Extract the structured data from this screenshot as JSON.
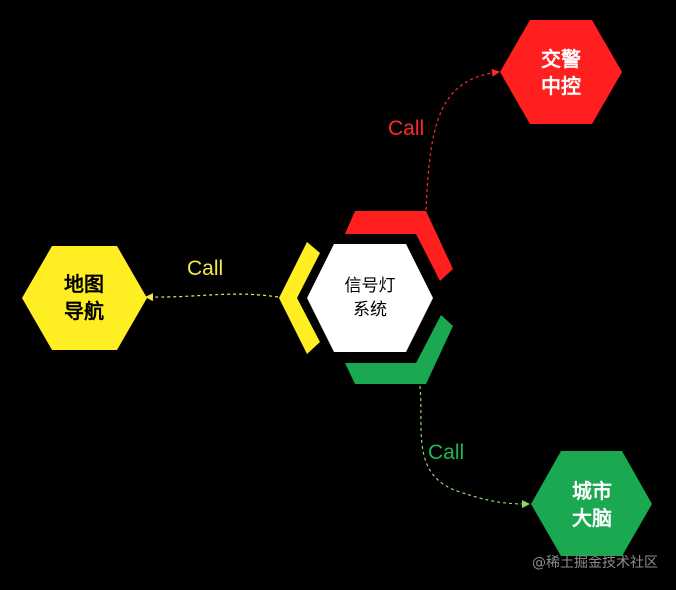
{
  "center": {
    "line1": "信号灯",
    "line2": "系统"
  },
  "nodes": {
    "police": {
      "line1": "交警",
      "line2": "中控",
      "color": "#ff1f1f"
    },
    "map": {
      "line1": "地图",
      "line2": "导航",
      "color": "#ffee22"
    },
    "city": {
      "line1": "城市",
      "line2": "大脑",
      "color": "#1aa850"
    }
  },
  "edges": {
    "police": {
      "label": "Call",
      "color": "#ff2a2a"
    },
    "map": {
      "label": "Call",
      "color": "#f5e84a"
    },
    "city": {
      "label": "Call",
      "color": "#1fb656"
    }
  },
  "watermark": "@稀土掘金技术社区"
}
